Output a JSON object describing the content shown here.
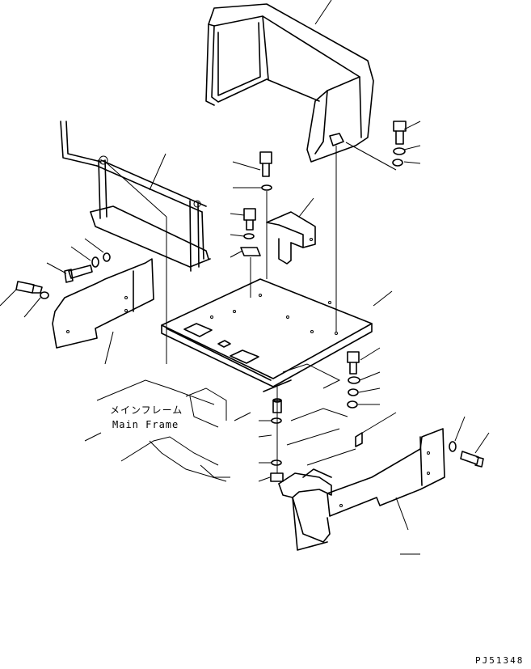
{
  "labels": {
    "main_frame_jp": "メインフレーム",
    "main_frame_en": "Main Frame",
    "drawing_code": "PJ51348"
  },
  "style": {
    "line_color": "#000000",
    "background": "#ffffff"
  }
}
